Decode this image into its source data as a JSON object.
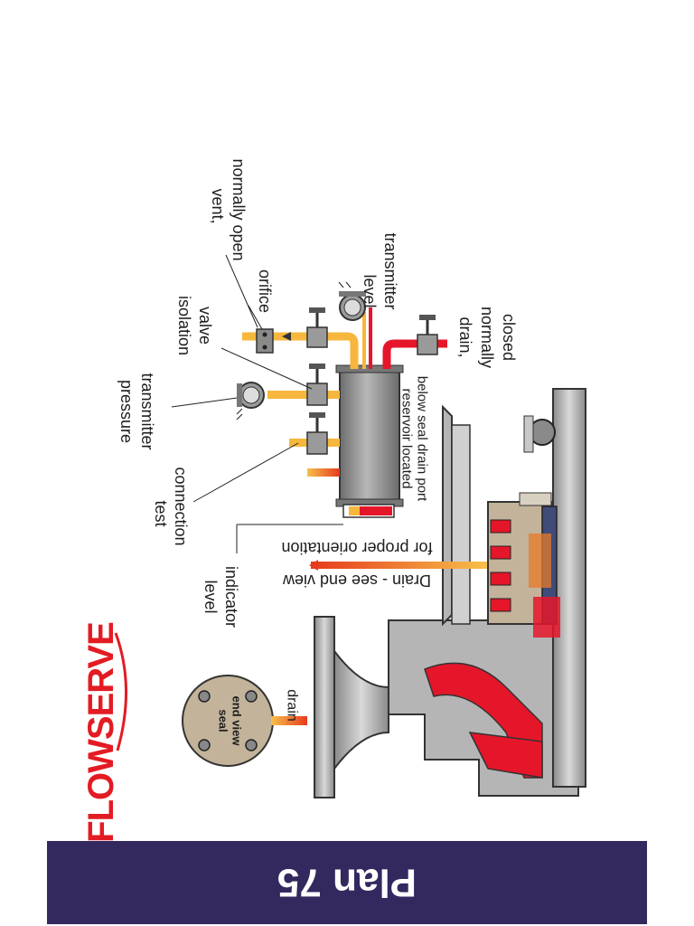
{
  "banner": {
    "title": "Plan 75",
    "color": "#33295f",
    "text_color": "#ffffff"
  },
  "logo": {
    "text": "FLOWSERVE",
    "color": "#e31b23"
  },
  "labels": {
    "drain_label": "drain",
    "seal_end_view_line1": "seal",
    "seal_end_view_line2": "end view",
    "level_indicator_line1": "level",
    "level_indicator_line2": "indicator",
    "test_connection_line1": "test",
    "test_connection_line2": "connection",
    "pressure_transmitter_line1": "pressure",
    "pressure_transmitter_line2": "transmitter",
    "isolation_valve_line1": "isolation",
    "isolation_valve_line2": "valve",
    "orifice": "orifice",
    "vent_line1": "vent,",
    "vent_line2": "normally open",
    "level_transmitter_line1": "level",
    "level_transmitter_line2": "transmitter",
    "drain_closed_line1": "drain,",
    "drain_closed_line2": "normally",
    "drain_closed_line3": "closed",
    "reservoir_line1": "reservoir located",
    "reservoir_line2": "below seal drain port",
    "drain_note_line1": "Drain - see end view",
    "drain_note_line2": "for proper orientation"
  },
  "colors": {
    "pipe_orange": "#f6b73c",
    "pipe_red": "#e5162a",
    "housing_grey": "#b5b5b5",
    "reservoir_grey": "#8f8f8f",
    "seal_red": "#e5162a",
    "bolt_beige": "#c2b39a"
  }
}
